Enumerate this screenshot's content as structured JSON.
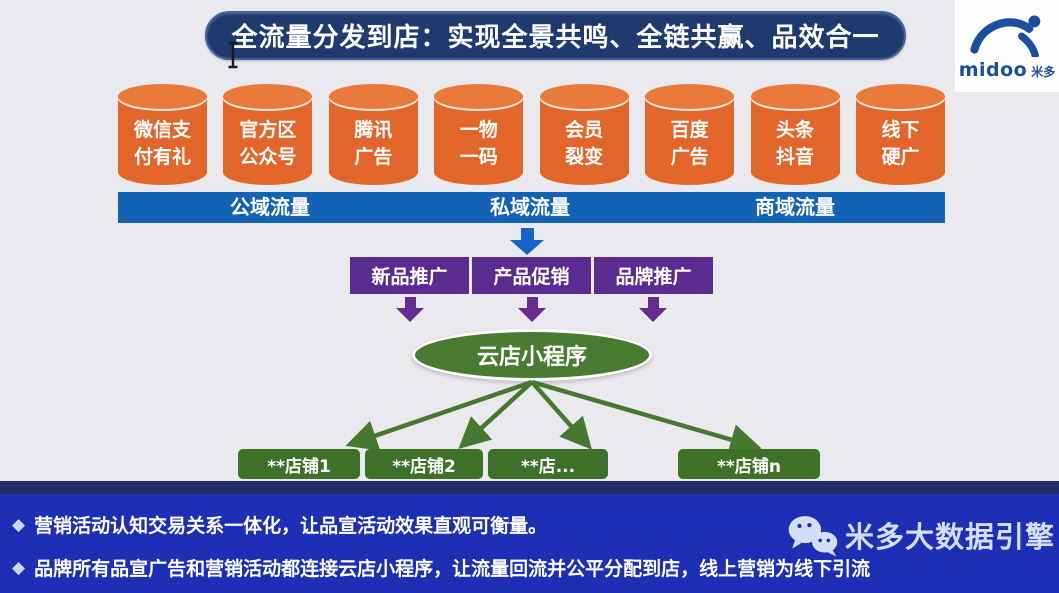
{
  "banner": {
    "title": "全流量分发到店：实现全景共鸣、全链共赢、品效合一"
  },
  "logo": {
    "name": "midoo",
    "cn": "米多"
  },
  "channels": [
    {
      "line1": "微信支",
      "line2": "付有礼"
    },
    {
      "line1": "官方区",
      "line2": "公众号"
    },
    {
      "line1": "腾讯",
      "line2": "广告"
    },
    {
      "line1": "一物",
      "line2": "一码"
    },
    {
      "line1": "会员",
      "line2": "裂变"
    },
    {
      "line1": "百度",
      "line2": "广告"
    },
    {
      "line1": "头条",
      "line2": "抖音"
    },
    {
      "line1": "线下",
      "line2": "硬广"
    }
  ],
  "traffic_band": {
    "labels": [
      "公域流量",
      "私域流量",
      "商域流量"
    ]
  },
  "campaigns": [
    "新品推广",
    "产品促销",
    "品牌推广"
  ],
  "hub": {
    "label": "云店小程序"
  },
  "stores": [
    "**店铺1",
    "**店铺2",
    "**店...",
    "**店铺n"
  ],
  "footer": {
    "bullet_marker": "◆",
    "bullets": [
      "营销活动认知交易关系一体化，让品宣活动效果直观可衡量。",
      "品牌所有品宣广告和营销活动都连接云店小程序，让流量回流并公平分配到店，线上营销为线下引流"
    ]
  },
  "watermark": {
    "text": "米多大数据引擎",
    "icon": "wechat-icon"
  },
  "icons": {
    "watermark": "wechat-icon",
    "cursor": "text-ibeam-cursor"
  },
  "colors": {
    "background": "#E9E9EE",
    "banner_navy": "#1E3A6E",
    "cylinder_orange": "#E2662A",
    "band_blue": "#1262B6",
    "arrow_blue": "#1565C5",
    "campaign_purple": "#5B2C90",
    "arrow_purple": "#662C91",
    "hub_green": "#4A7B33",
    "store_green": "#3E7128",
    "footer_blue": "#1C2FB5",
    "footer_dark_strip": "#232B66",
    "logo_blue": "#1A4FA0",
    "watermark_light": "#DEE7F9"
  }
}
